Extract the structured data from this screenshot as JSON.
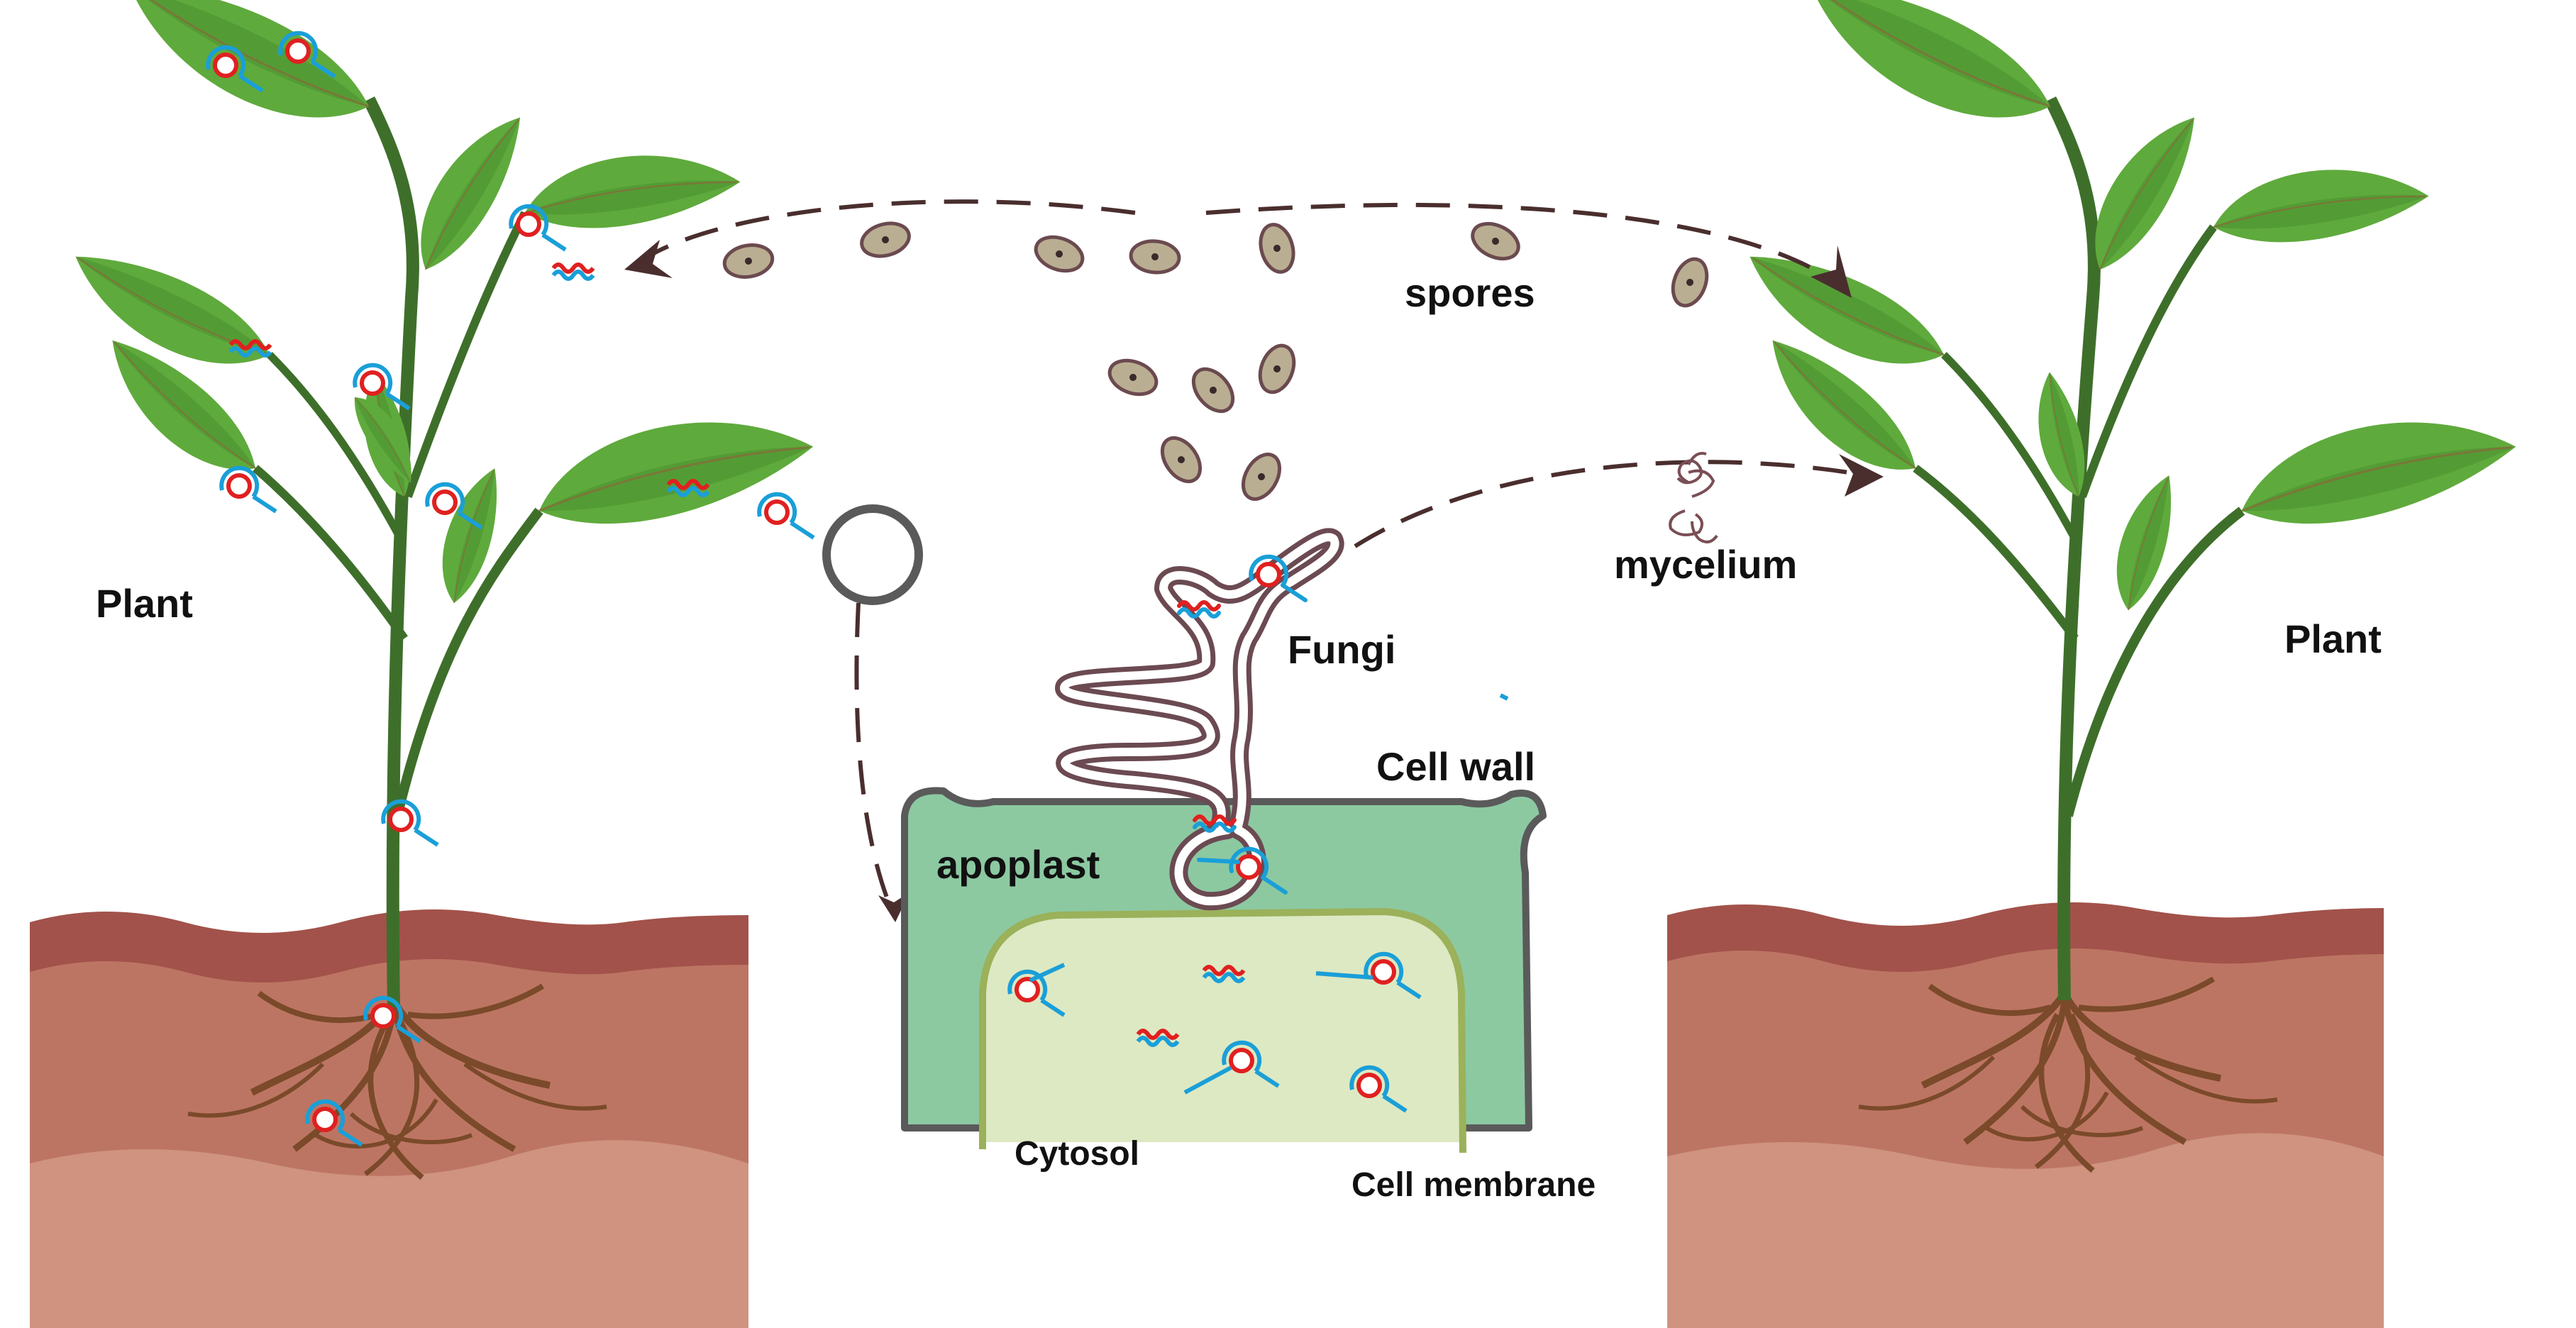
{
  "labels": {
    "plant_left": "Plant",
    "plant_right": "Plant",
    "spores": "spores",
    "mycelium": "mycelium",
    "fungi": "Fungi",
    "cell_wall": "Cell wall",
    "apoplast": "apoplast",
    "cytosol": "Cytosol",
    "cell_membrane": "Cell membrane"
  },
  "colors": {
    "leaf": "#5faa3c",
    "leaf_dark": "#3f7f2a",
    "stem": "#3e6f2a",
    "soil_top": "#a2524a",
    "soil_mid": "#bd7563",
    "soil_low": "#cf9380",
    "root": "#7a4a2a",
    "cell_wall": "#8cc9a1",
    "cell_outline": "#5a5a5a",
    "cytosol": "#dde9c3",
    "membrane": "#9bb15a",
    "hypha": "#6b4a52",
    "spore_fill": "#b9ae92",
    "spore_outline": "#6b4a4f",
    "arrow": "#4a2e2e",
    "marker_red": "#e02020",
    "marker_blue": "#1a9fd8"
  },
  "icons": [
    "small-rna-marker-icon",
    "rna-strand-icon",
    "spore-icon",
    "magnifier-circle-icon"
  ]
}
